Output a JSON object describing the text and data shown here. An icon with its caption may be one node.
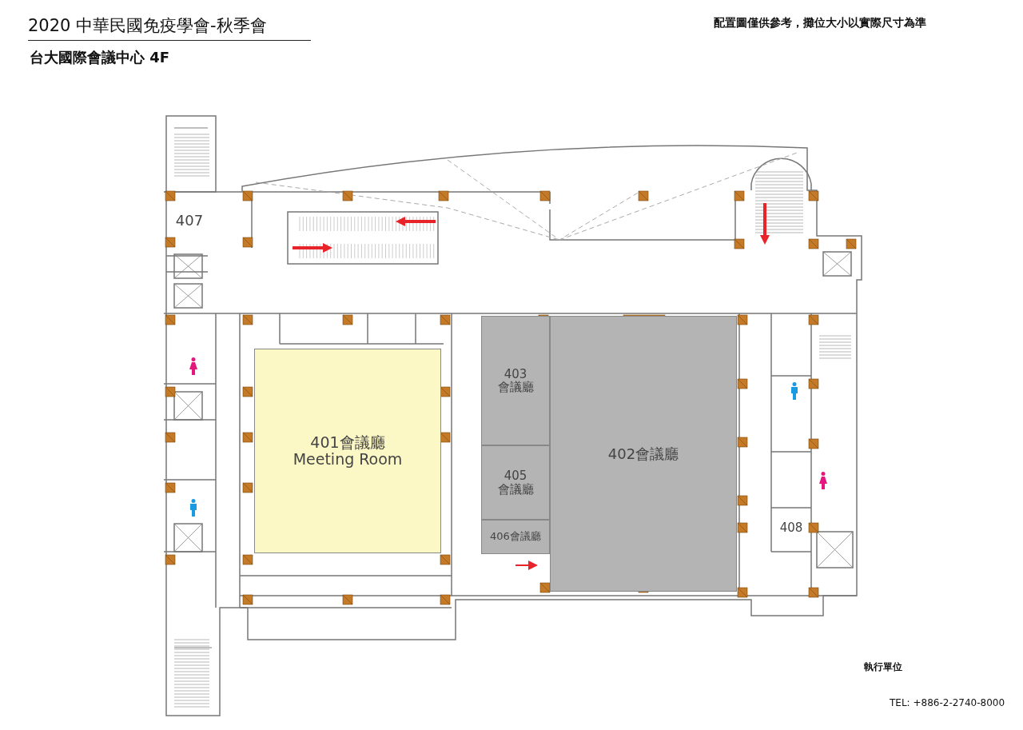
{
  "diagram": {
    "title": "2020 中華民國免疫學會-秋季會",
    "nodes": [
      {
        "text": [
          "407"
        ]
      },
      {
        "text": [
          "401會議廳",
          "Meeting Room"
        ]
      },
      {
        "text": [
          "403",
          "會議廳"
        ]
      },
      {
        "text": [
          "405",
          "會議廳"
        ]
      },
      {
        "text": [
          "406會議廳"
        ]
      },
      {
        "text": [
          "402會議廳"
        ]
      },
      {
        "text": [
          "408"
        ]
      }
    ],
    "labels": [
      "台大國際會議中心 4F",
      "配置圖僅供參考，攤位大小以實際尺寸為準",
      "執行單位",
      "TEL: +886-2-2740-8000"
    ]
  }
}
